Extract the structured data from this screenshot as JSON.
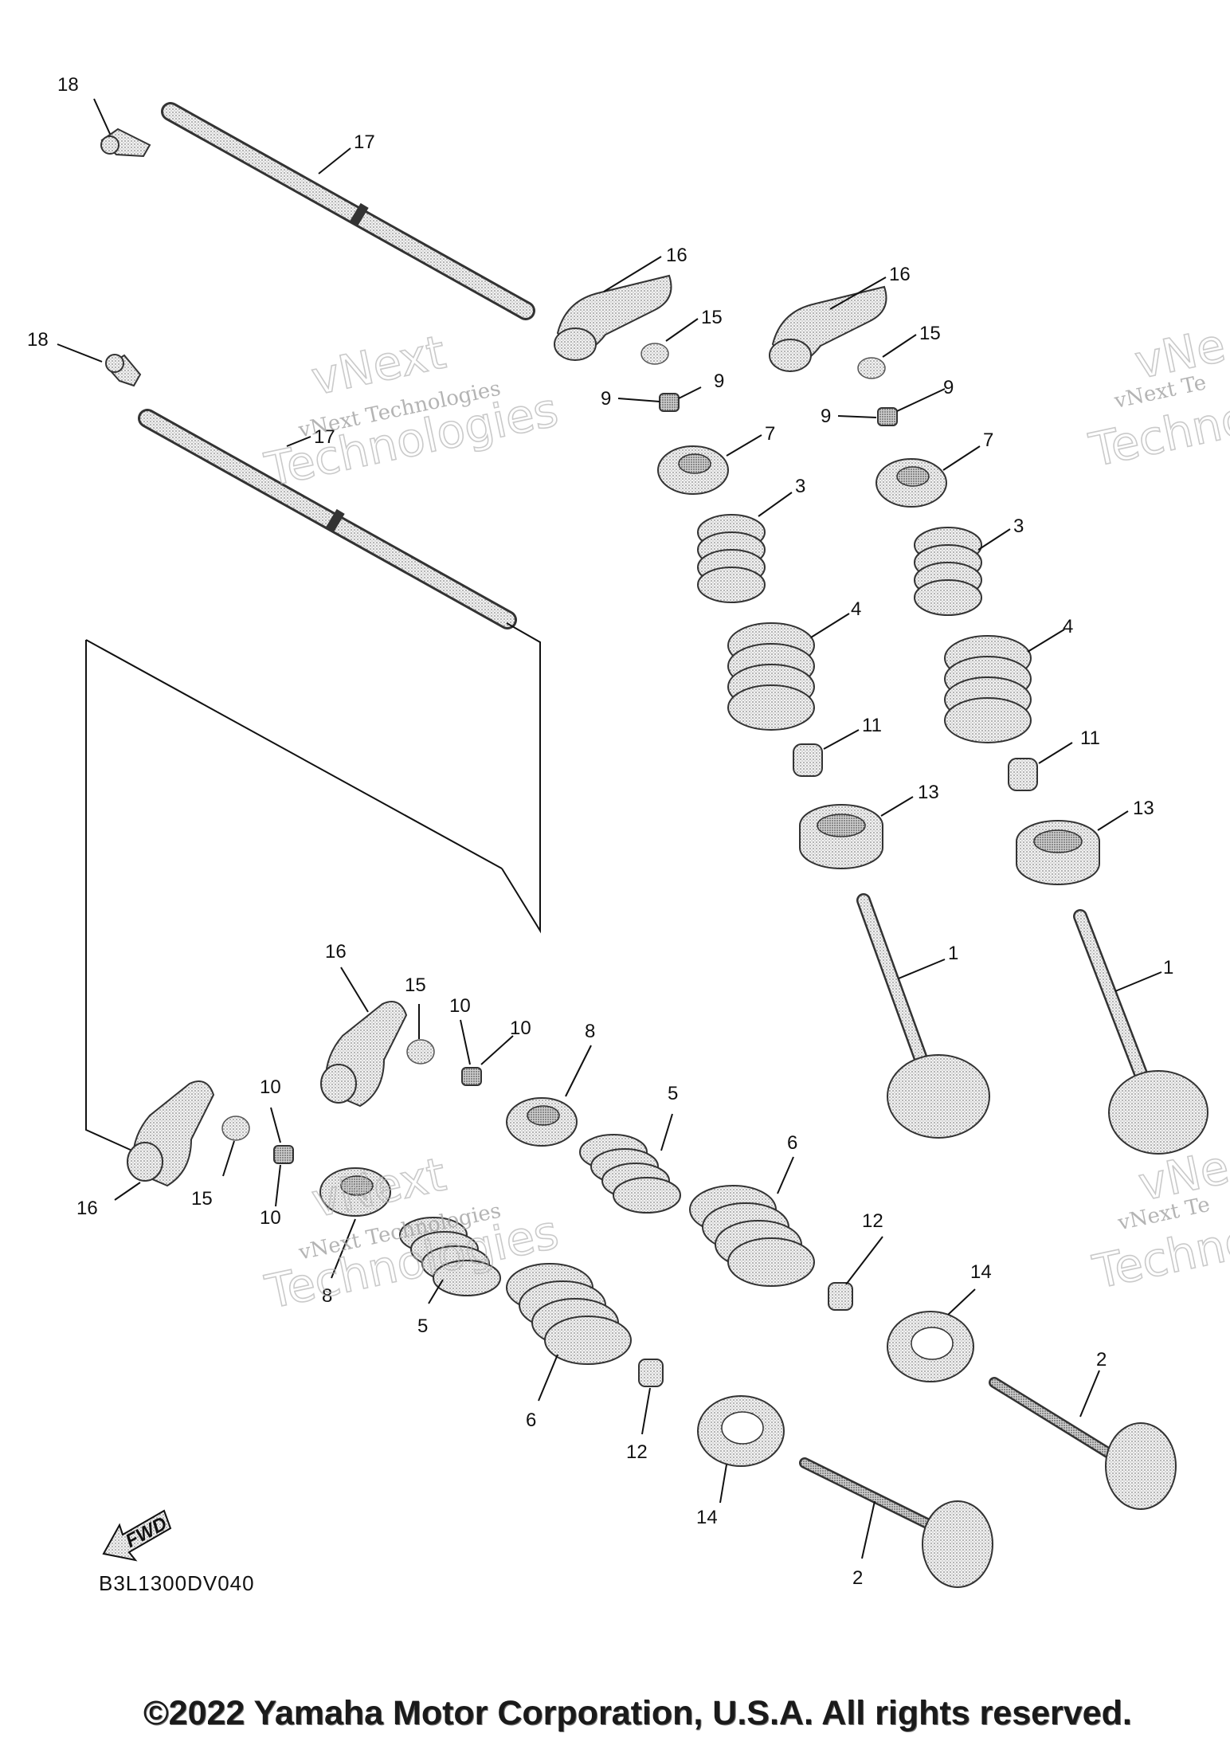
{
  "diagram": {
    "drawing_code": "B3L1300DV040",
    "copyright": "©2022 Yamaha Motor Corporation, U.S.A. All rights reserved.",
    "fwd_label": "FWD",
    "watermark": {
      "text_line": "vNext Technologies",
      "outline_top": "vNext",
      "outline_bottom": "Technologies",
      "cut_line": "vNext Te",
      "cut_outline_top": "vNe",
      "cut_outline_bottom": "Techno"
    },
    "callouts": {
      "c1": "1",
      "c2": "2",
      "c3": "3",
      "c4": "4",
      "c5": "5",
      "c6": "6",
      "c7": "7",
      "c8": "8",
      "c9": "9",
      "c10": "10",
      "c11": "11",
      "c12": "12",
      "c13": "13",
      "c14": "14",
      "c15": "15",
      "c16": "16",
      "c17": "17",
      "c18": "18"
    }
  }
}
